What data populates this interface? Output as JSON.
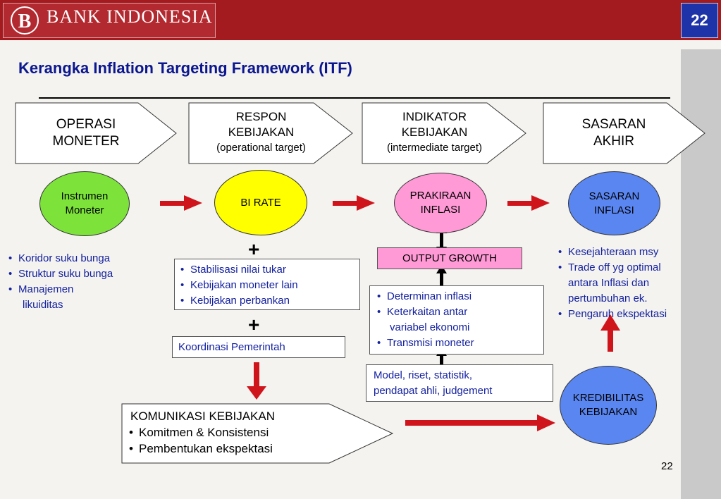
{
  "header": {
    "logo_text": "BANK INDONESIA",
    "logo_glyph": "B",
    "slide_number": "22"
  },
  "title": "Kerangka Inflation Targeting Framework (ITF)",
  "stages": [
    {
      "line1": "OPERASI",
      "line2": "MONETER",
      "sub": ""
    },
    {
      "line1": "RESPON",
      "line2": "KEBIJAKAN",
      "sub": "(operational target)"
    },
    {
      "line1": "INDIKATOR",
      "line2": "KEBIJAKAN",
      "sub": "(intermediate target)"
    },
    {
      "line1": "SASARAN",
      "line2": "AKHIR",
      "sub": ""
    }
  ],
  "nodes": {
    "instrumen": {
      "line1": "Instrumen",
      "line2": "Moneter"
    },
    "bi_rate": "BI RATE",
    "prakiraan": {
      "line1": "PRAKIRAAN",
      "line2": "INFLASI"
    },
    "sasaran": {
      "line1": "SASARAN",
      "line2": "INFLASI"
    },
    "output_growth": "OUTPUT GROWTH",
    "kredibilitas": {
      "line1": "KREDIBILITAS",
      "line2": "KEBIJAKAN"
    }
  },
  "instrumen_list": [
    "Koridor suku bunga",
    "Struktur suku bunga",
    "Manajemen",
    "likuiditas"
  ],
  "respon_list": [
    "Stabilisasi nilai tukar",
    "Kebijakan moneter lain",
    "Kebijakan perbankan"
  ],
  "koordinasi": "Koordinasi Pemerintah",
  "indikator_list": [
    "Determinan inflasi",
    "Keterkaitan antar",
    "variabel ekonomi",
    "Transmisi moneter"
  ],
  "model_text": {
    "line1": "Model, riset, statistik,",
    "line2": "pendapat ahli, judgement"
  },
  "sasaran_list": [
    "Kesejahteraan msy",
    "Trade off yg optimal",
    "antara Inflasi dan",
    "pertumbuhan ek.",
    "Pengaruh ekspektasi"
  ],
  "komunikasi": {
    "heading": "KOMUNIKASI  KEBIJAKAN",
    "items": [
      "Komitmen & Konsistensi",
      "Pembentukan ekspektasi"
    ]
  },
  "plus_sign": "+",
  "footer_page": "22",
  "colors": {
    "brand_red": "#a31a1f",
    "slide_num_blue": "#1f33a8",
    "title_blue": "#0b1690",
    "arrow_red": "#d0141c",
    "green": "#7de33b",
    "yellow": "#ffff00",
    "pink": "#ff9ad6",
    "blue": "#5a86f2"
  }
}
